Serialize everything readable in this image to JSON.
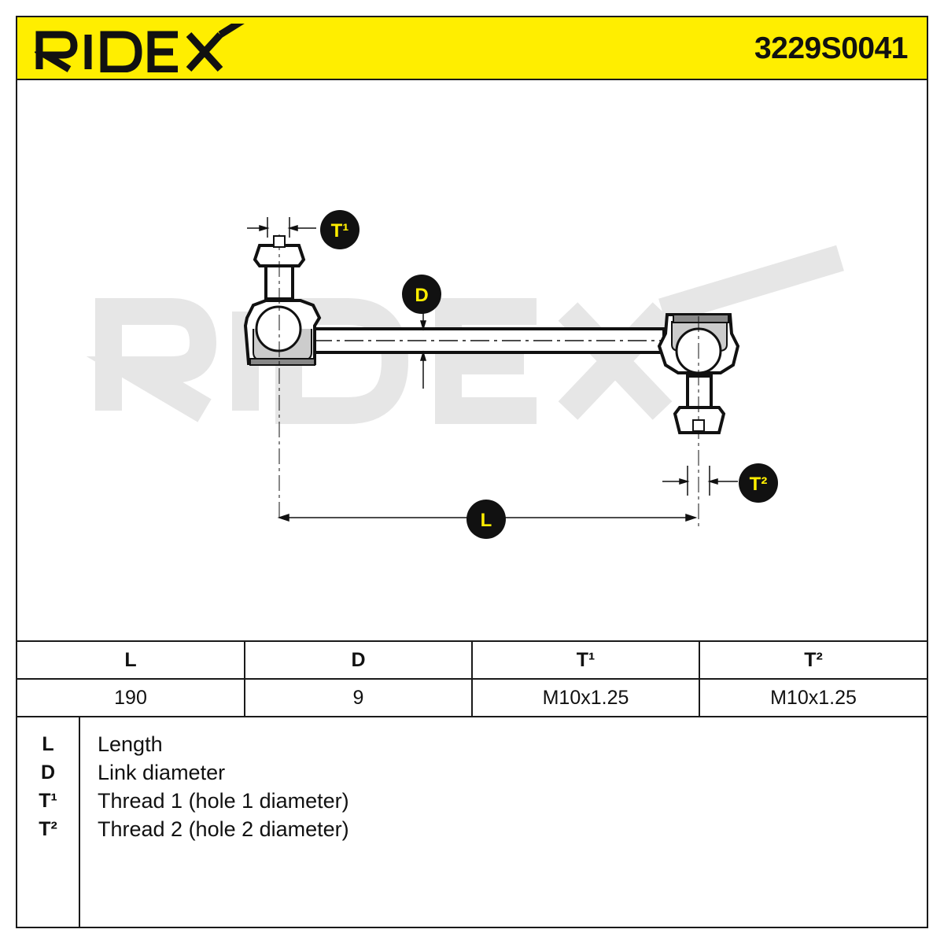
{
  "header": {
    "brand": "RIDEX",
    "part_number": "3229S0041"
  },
  "diagram": {
    "watermark": "RIDEX",
    "labels": {
      "t1": "T¹",
      "t2": "T²",
      "d": "D",
      "l": "L"
    }
  },
  "spec_table": {
    "headers": [
      "L",
      "D",
      "T¹",
      "T²"
    ],
    "values": [
      "190",
      "9",
      "M10x1.25",
      "M10x1.25"
    ]
  },
  "legend": [
    {
      "key": "L",
      "desc": "Length"
    },
    {
      "key": "D",
      "desc": "Link diameter"
    },
    {
      "key": "T¹",
      "desc": "Thread 1 (hole 1 diameter)"
    },
    {
      "key": "T²",
      "desc": "Thread 2 (hole 2 diameter)"
    }
  ],
  "colors": {
    "brand_yellow": "#ffee00",
    "ink": "#1a1a1a",
    "watermark": "#e6e6e6"
  }
}
